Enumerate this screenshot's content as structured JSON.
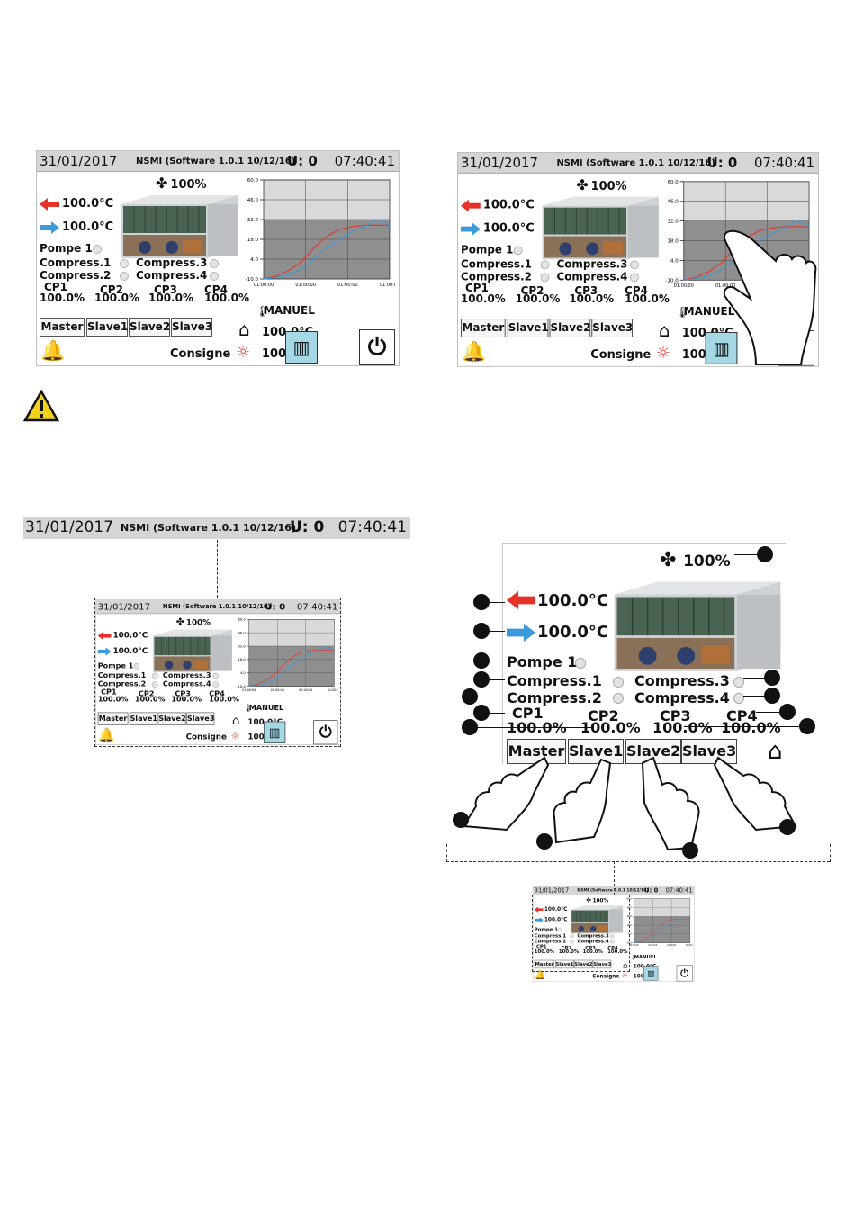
{
  "hmi": {
    "date": "31/01/2017",
    "software": "NSMI (Software 1.0.1 10/12/16)",
    "user": "U: 0",
    "time": "07:40:41",
    "fan_speed": "100%",
    "temp_out": "100.0°C",
    "temp_in": "100.0°C",
    "pump": "Pompe 1",
    "compress1": "Compress.1",
    "compress2": "Compress.2",
    "compress3": "Compress.3",
    "compress4": "Compress.4",
    "cp_labels": [
      "CP1",
      "CP2",
      "CP3",
      "CP4"
    ],
    "cp_values": [
      "100.0%",
      "100.0%",
      "100.0%",
      "100.0%"
    ],
    "buttons": [
      "Master",
      "Slave1",
      "Slave2",
      "Slave3"
    ],
    "mode": "MANUEL",
    "setpoint_room": "100.0°C",
    "consigne_label": "Consigne",
    "setpoint_consigne": "100.0°C",
    "colors": {
      "red": "#e63228",
      "blue": "#3b9ad9",
      "accent": "#a4d8e6"
    }
  },
  "chart_data": {
    "type": "line",
    "y_ticks": [
      "60.0",
      "46.0",
      "32.0",
      "18.0",
      "4.0",
      "-10.0"
    ],
    "x_ticks": [
      "01:00:00",
      "01:00:00",
      "01:00:00",
      "01:00:00"
    ],
    "ylim": [
      -10,
      60
    ],
    "grid": true,
    "series": [
      {
        "color": "#e63228",
        "x": [
          0,
          0.1,
          0.2,
          0.3,
          0.4,
          0.5,
          0.6,
          0.7,
          0.8,
          0.9,
          1.0
        ],
        "y": [
          -10,
          -8,
          -4,
          2,
          12,
          20,
          25,
          27,
          28,
          28,
          28
        ]
      },
      {
        "color": "#3b9ad9",
        "x": [
          0,
          0.1,
          0.2,
          0.3,
          0.4,
          0.5,
          0.6,
          0.7,
          0.8,
          0.9,
          1.0
        ],
        "y": [
          -10,
          -9,
          -7,
          -3,
          4,
          12,
          18,
          23,
          27,
          32,
          28
        ]
      }
    ]
  }
}
